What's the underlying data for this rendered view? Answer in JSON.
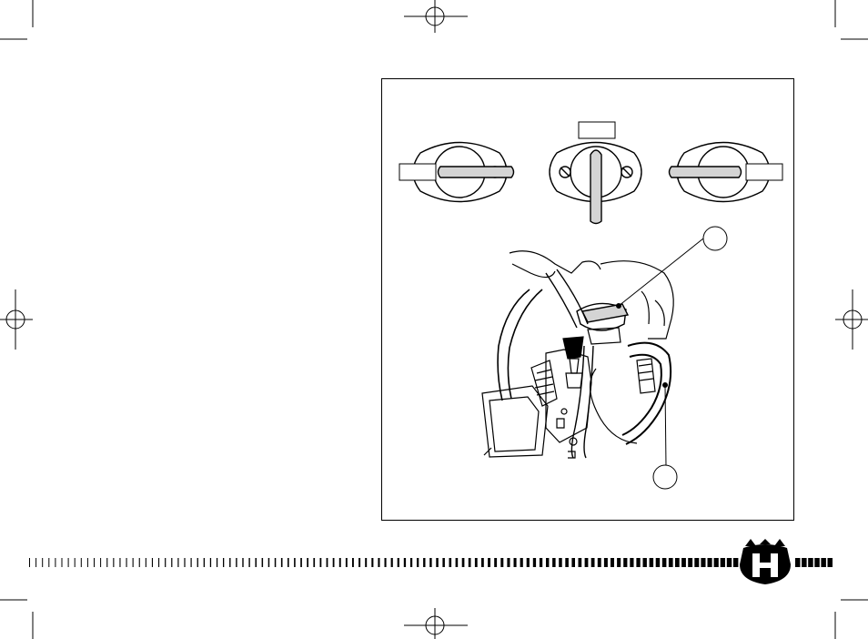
{
  "page": {
    "background": "#ffffff",
    "ink": "#000000",
    "lever_fill": "#d4d4d4"
  },
  "figure": {
    "valve_positions": [
      {
        "id": "left",
        "label": ""
      },
      {
        "id": "center",
        "label": ""
      },
      {
        "id": "right",
        "label": ""
      }
    ],
    "callouts": [
      {
        "id": "upper",
        "label": ""
      },
      {
        "id": "lower",
        "label": ""
      }
    ]
  },
  "footer": {
    "logo": {
      "icon": "husqvarna-h-crown-logo",
      "color": "#000000"
    }
  },
  "print_marks": {
    "registration_icon": "crosshair-circle-icon",
    "crop_icon": "crop-mark-icon"
  }
}
